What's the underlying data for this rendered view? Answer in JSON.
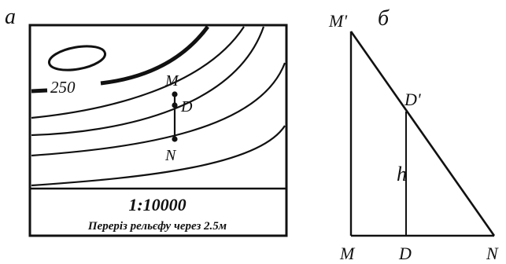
{
  "panel_a": {
    "label": "a",
    "contour_label": "250",
    "point_m": "M",
    "point_d": "D",
    "point_n": "N",
    "scale": "1:10000",
    "caption": "Переріз рельєфу через 2.5м"
  },
  "panel_b": {
    "label": "б",
    "top_m": "M'",
    "top_d": "D'",
    "height": "h",
    "bottom_m": "M",
    "bottom_d": "D",
    "bottom_n": "N"
  },
  "colors": {
    "ink": "#111111",
    "background": "#ffffff"
  }
}
